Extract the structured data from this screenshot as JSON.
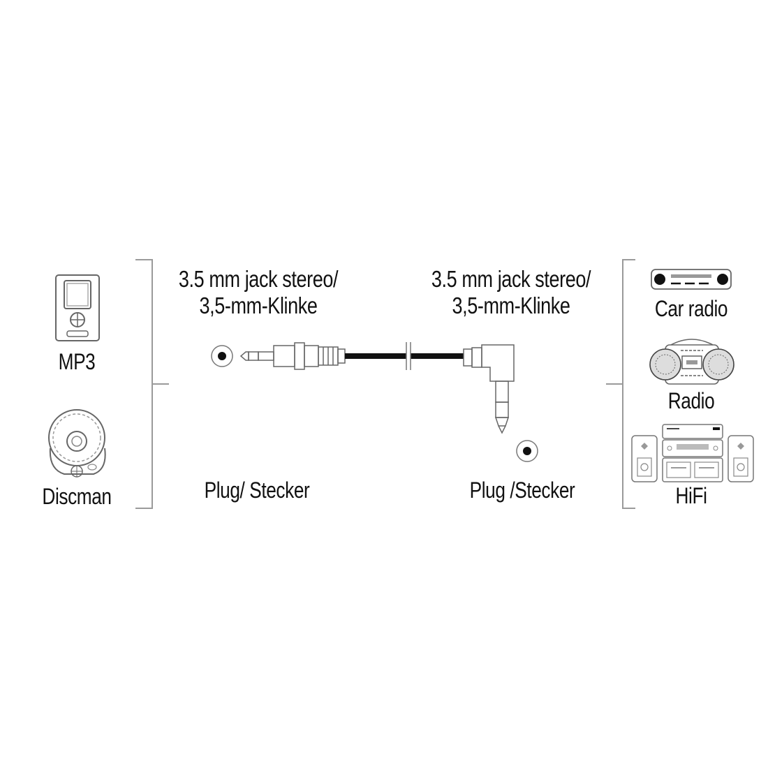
{
  "diagram": {
    "type": "cable-connection-diagram",
    "left_devices": [
      {
        "label": "MP3",
        "icon": "mp3-player-icon"
      },
      {
        "label": "Discman",
        "icon": "discman-icon"
      }
    ],
    "connector_left": {
      "title_line1": "3.5 mm jack stereo/",
      "title_line2": "3,5-mm-Klinke",
      "type_label": "Plug/ Stecker",
      "icon": "straight-jack-plug-icon"
    },
    "connector_right": {
      "title_line1": "3.5 mm jack stereo/",
      "title_line2": "3,5-mm-Klinke",
      "type_label": "Plug /Stecker",
      "icon": "angled-jack-plug-icon"
    },
    "right_devices": [
      {
        "label": "Car radio",
        "icon": "car-radio-icon"
      },
      {
        "label": "Radio",
        "icon": "boombox-radio-icon"
      },
      {
        "label": "HiFi",
        "icon": "hifi-system-icon"
      }
    ],
    "colors": {
      "line": "#111111",
      "bracket": "#9a9a9a",
      "icon_stroke": "#555555",
      "background": "#ffffff"
    }
  }
}
